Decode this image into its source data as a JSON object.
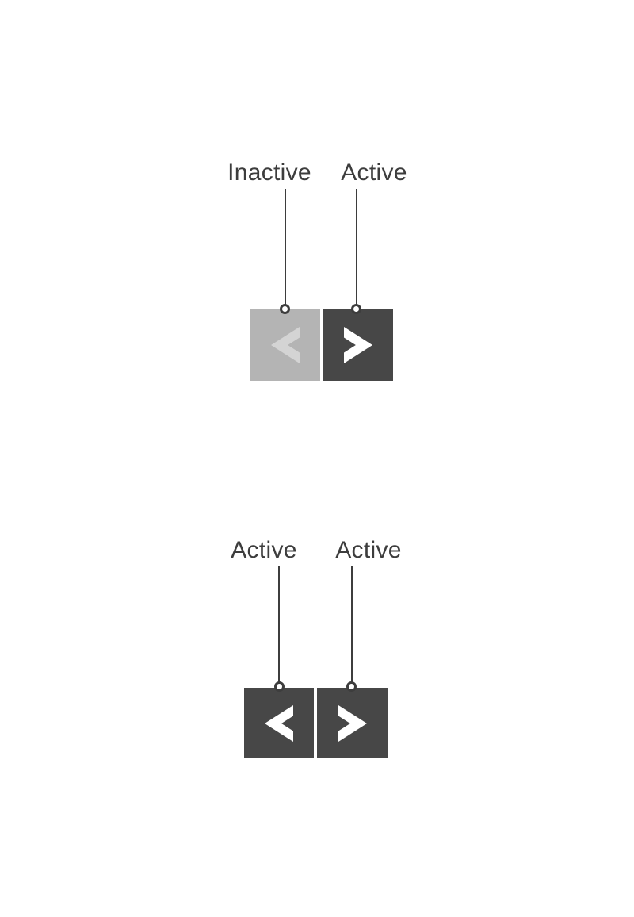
{
  "figure": {
    "background": "#ffffff",
    "colors": {
      "active_button_bg": "#474747",
      "inactive_button_bg": "#b4b4b4",
      "active_chevron": "#ffffff",
      "inactive_chevron": "#d4d4d4",
      "annotation": "#3d3d3d"
    },
    "groups": [
      {
        "id": "top",
        "callouts": [
          {
            "label": "Inactive"
          },
          {
            "label": "Active"
          }
        ],
        "buttons": [
          {
            "name": "previous",
            "icon": "chevron-left-icon",
            "state": "inactive"
          },
          {
            "name": "next",
            "icon": "chevron-right-icon",
            "state": "active"
          }
        ]
      },
      {
        "id": "bottom",
        "callouts": [
          {
            "label": "Active"
          },
          {
            "label": "Active"
          }
        ],
        "buttons": [
          {
            "name": "previous",
            "icon": "chevron-left-icon",
            "state": "active"
          },
          {
            "name": "next",
            "icon": "chevron-right-icon",
            "state": "active"
          }
        ]
      }
    ]
  }
}
